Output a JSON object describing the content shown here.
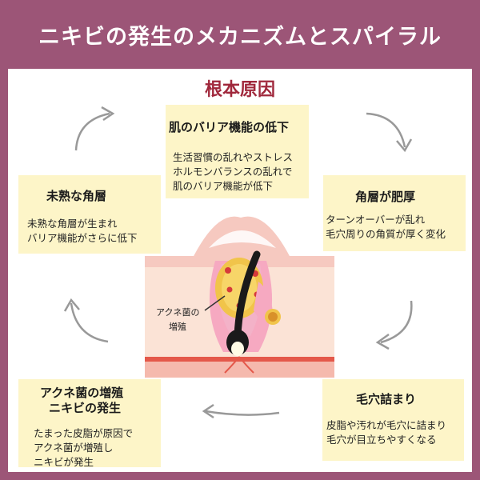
{
  "header": {
    "title": "ニキビの発生のメカニズムとスパイラル"
  },
  "root_cause_label": "根本原因",
  "boxes": {
    "top": {
      "title": "肌のバリア機能の低下",
      "lines": [
        "生活習慣の乱れやストレス",
        "ホルモンバランスの乱れで",
        "肌のバリア機能が低下"
      ]
    },
    "right": {
      "title": "角層が肥厚",
      "lines": [
        "ターンオーバーが乱れ",
        "毛穴周りの角質が厚く変化"
      ]
    },
    "bottom_right": {
      "title": "毛穴詰まり",
      "lines": [
        "皮脂や汚れが毛穴に詰まり",
        "毛穴が目立ちやすくなる"
      ]
    },
    "bottom_left": {
      "title_lines": [
        "アクネ菌の増殖",
        "ニキビの発生"
      ],
      "lines": [
        "たまった皮脂が原因で",
        "アクネ菌が増殖し",
        "ニキビが発生"
      ]
    },
    "left": {
      "title": "未熟な角層",
      "lines": [
        "未熟な角層が生まれ",
        "バリア機能がさらに低下"
      ]
    }
  },
  "diagram": {
    "label_lines": [
      "アクネ菌の",
      "増殖"
    ]
  },
  "colors": {
    "frame": "#9c5577",
    "root_cause": "#a0283c",
    "box_bg": "#fdf5c8",
    "arrow": "#999999"
  }
}
